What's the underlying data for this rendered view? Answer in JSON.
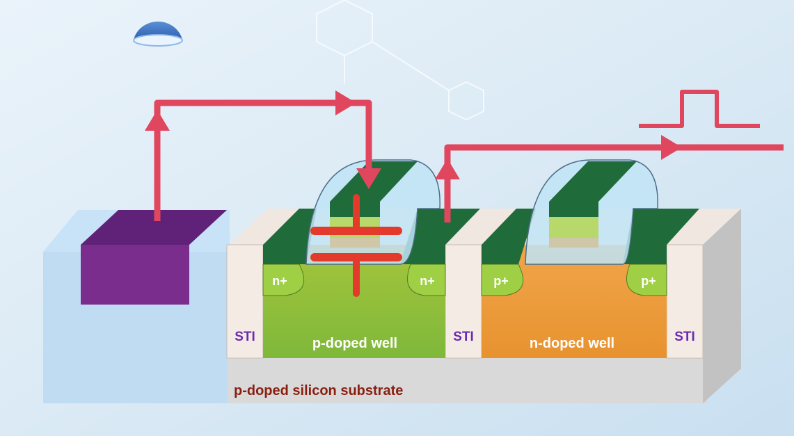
{
  "labels": {
    "sti_left": "STI",
    "sti_mid": "STI",
    "sti_right": "STI",
    "p_well": "p-doped well",
    "n_well": "n-doped well",
    "substrate": "p-doped silicon substrate",
    "n_plus_left": "n+",
    "n_plus_right": "n+",
    "p_plus_left": "p+",
    "p_plus_right": "p+"
  },
  "colors": {
    "signal": "#e0475f",
    "sti_text": "#6a2bb0",
    "substrate_text": "#8a1e10",
    "p_well": "#86bf3a",
    "n_well": "#ec9a36",
    "gate_green": "#1f6b3a",
    "capacitor": "#e33a2c",
    "metal_pad": "#7b2d8e"
  }
}
